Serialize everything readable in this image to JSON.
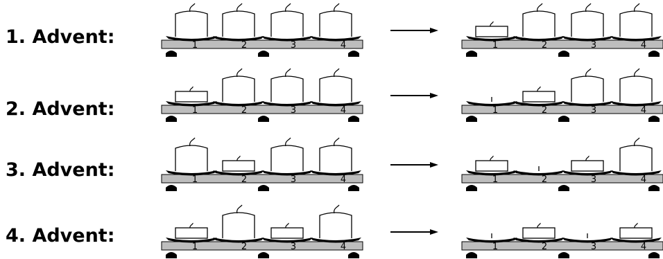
{
  "rows": [
    {
      "label": "1. Advent:",
      "before": [
        "tall",
        "tall",
        "tall",
        "tall"
      ],
      "after": [
        "short",
        "tall",
        "tall",
        "tall"
      ]
    },
    {
      "label": "2. Advent:",
      "before": [
        "short",
        "tall",
        "tall",
        "tall"
      ],
      "after": [
        "stub",
        "short",
        "tall",
        "tall"
      ]
    },
    {
      "label": "3. Advent:",
      "before": [
        "tall",
        "short",
        "tall",
        "tall"
      ],
      "after": [
        "short",
        "stub",
        "short",
        "tall"
      ]
    },
    {
      "label": "4. Advent:",
      "before": [
        "short",
        "tall",
        "short",
        "tall"
      ],
      "after": [
        "stub",
        "short",
        "stub",
        "short"
      ]
    }
  ],
  "candle_numbers": [
    "1",
    "2",
    "3",
    "4"
  ],
  "colors": {
    "beam": "#bdbdbd",
    "ink": "#000000",
    "candle": "#ffffff"
  }
}
